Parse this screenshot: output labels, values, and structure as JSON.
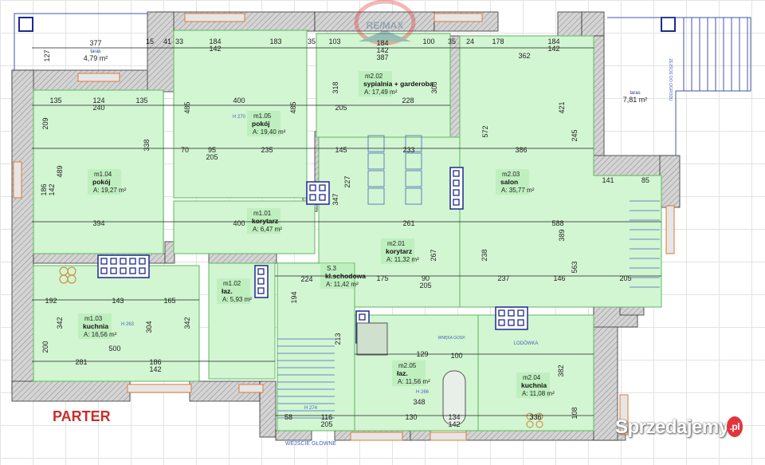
{
  "colors": {
    "room_fill": "#d2f5d2",
    "wall": "#b9b9b9",
    "accent_red": "#c8302c",
    "line": "#1a1a1a",
    "window": "#e07a30",
    "chimney": "#1c2a8c"
  },
  "title": "PARTER",
  "logo_text": "RE/MAX",
  "watermark": {
    "text": "Sprzedajemy",
    ".pl": ".pl",
    "suffix": ".pl"
  },
  "rooms": [
    {
      "id": "m1.04",
      "name": "pokój",
      "area": "A: 19,27 m²"
    },
    {
      "id": "m1.05",
      "name": "pokój",
      "area": "A: 19,40 m²"
    },
    {
      "id": "m2.02",
      "name": "sypialnia + garderoba",
      "area": "A: 17,49 m²"
    },
    {
      "id": "m2.03",
      "name": "salon",
      "area": "A: 35,77 m²"
    },
    {
      "id": "m1.01",
      "name": "korytarz",
      "area": "A: 6,47 m²"
    },
    {
      "id": "m2.01",
      "name": "korytarz",
      "area": "A: 11,32 m²"
    },
    {
      "id": "m1.03",
      "name": "kuchnia",
      "area": "A: 16,56 m²"
    },
    {
      "id": "m1.02",
      "name": "łaz.",
      "area": "A: 5,93 m²"
    },
    {
      "id": "S.3",
      "name": "kl.schodowa",
      "area": "A: 11,42 m²"
    },
    {
      "id": "m2.05",
      "name": "łaz.",
      "area": "A: 11,56 m²"
    },
    {
      "id": "m2.04",
      "name": "kuchnia",
      "area": "A: 11,08 m²"
    }
  ],
  "terraces": [
    {
      "label": "taras",
      "area": "4,79 m²"
    },
    {
      "label": "taras",
      "area": "7,81 m²"
    }
  ],
  "annotations": [
    "WEJŚCIE GŁÓWNE",
    "LODÓWKA",
    "WNĘKA GOSP.",
    "ZEJŚCIE DO OGRODU",
    "H 270",
    "H 263",
    "H 274",
    "H 266"
  ],
  "dims_h": [
    "377",
    "15",
    "41",
    "33",
    "184",
    "142",
    "183",
    "35",
    "103",
    "184",
    "142",
    "387",
    "100",
    "35",
    "24",
    "178",
    "184",
    "142",
    "362",
    "135",
    "124",
    "240",
    "135",
    "400",
    "205",
    "228",
    "70",
    "95",
    "205",
    "235",
    "145",
    "233",
    "386",
    "141",
    "85",
    "394",
    "400",
    "261",
    "588",
    "192",
    "143",
    "165",
    "500",
    "281",
    "186",
    "142",
    "224",
    "175",
    "90",
    "205",
    "237",
    "146",
    "205",
    "129",
    "100",
    "348",
    "130",
    "134",
    "142",
    "58",
    "116",
    "205",
    "336"
  ],
  "dims_v": [
    "127",
    "209",
    "489",
    "186",
    "142",
    "338",
    "485",
    "485",
    "318",
    "308",
    "572",
    "421",
    "245",
    "563",
    "389",
    "342",
    "304",
    "342",
    "200",
    "194",
    "213",
    "227",
    "347",
    "382",
    "108",
    "267",
    "238"
  ]
}
